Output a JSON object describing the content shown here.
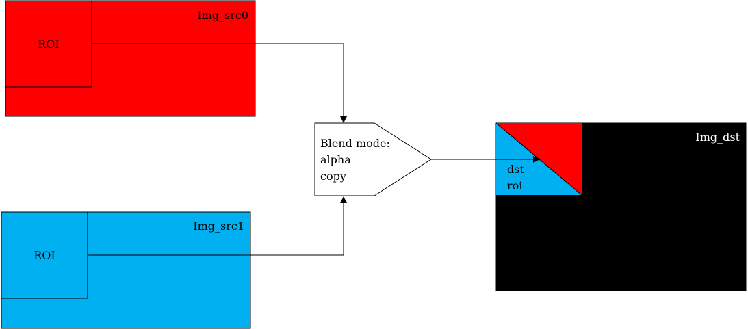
{
  "src0": {
    "label": "Img_src0",
    "roi_label": "ROI",
    "color": "#ff0000"
  },
  "src1": {
    "label": "Img_src1",
    "roi_label": "ROI",
    "color": "#00b0f0"
  },
  "blend": {
    "lines": [
      "Blend mode:",
      "alpha",
      "copy"
    ]
  },
  "dst": {
    "label": "Img_dst",
    "roi_lines": [
      "dst",
      "roi"
    ],
    "background": "#000000",
    "roi_colors": [
      "#ff0000",
      "#00b0f0"
    ]
  }
}
